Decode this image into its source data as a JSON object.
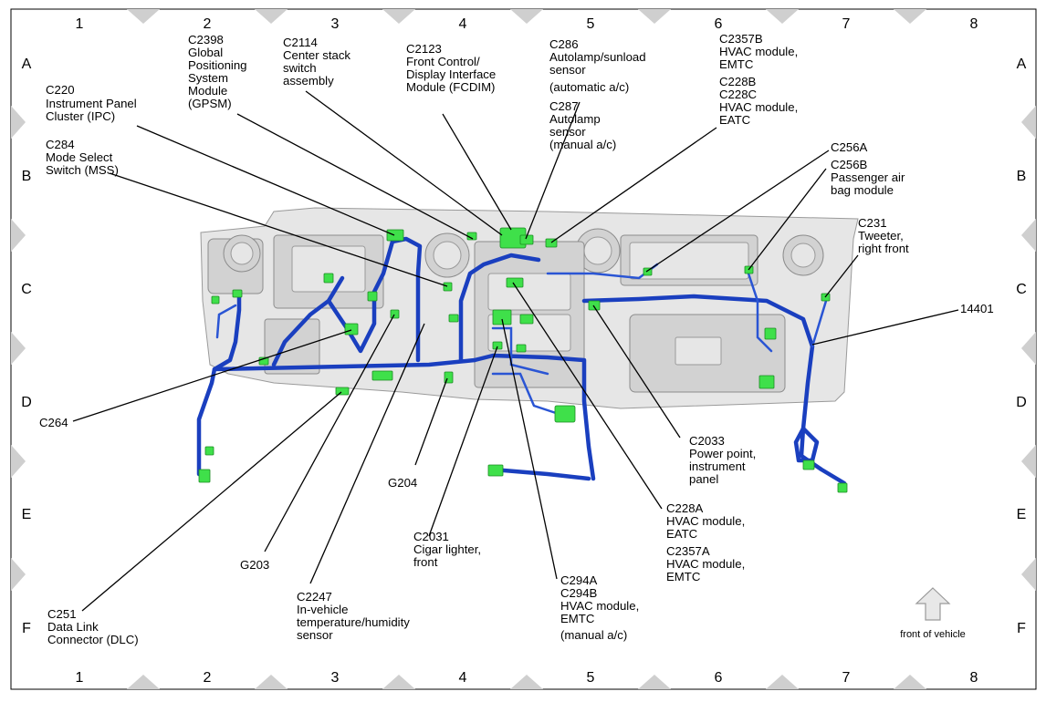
{
  "grid": {
    "columns": [
      "1",
      "2",
      "3",
      "4",
      "5",
      "6",
      "7",
      "8"
    ],
    "rows": [
      "A",
      "B",
      "C",
      "D",
      "E",
      "F"
    ]
  },
  "callouts": {
    "c220": [
      "C220",
      "Instrument Panel",
      "Cluster (IPC)"
    ],
    "c2398": [
      "C2398",
      "Global",
      "Positioning",
      "System",
      "Module",
      "(GPSM)"
    ],
    "c2114": [
      "C2114",
      "Center stack",
      "switch",
      "assembly"
    ],
    "c2123": [
      "C2123",
      "Front Control/",
      "Display Interface",
      "Module (FCDIM)"
    ],
    "c286": [
      "C286",
      "Autolamp/sunload",
      "sensor"
    ],
    "c286_note": "(automatic a/c)",
    "c287": [
      "C287",
      "Autolamp",
      "sensor",
      "(manual a/c)"
    ],
    "c2357b": [
      "C2357B",
      "HVAC module,",
      "EMTC"
    ],
    "c228b": [
      "C228B",
      "C228C",
      "HVAC module,",
      "EATC"
    ],
    "c284": [
      "C284",
      "Mode Select",
      "Switch (MSS)"
    ],
    "c256a": "C256A",
    "c256b": [
      "C256B",
      "Passenger air",
      "bag module"
    ],
    "c231": [
      "C231",
      "Tweeter,",
      "right front"
    ],
    "h14401": "14401",
    "c264": "C264",
    "c2033": [
      "C2033",
      "Power point,",
      "instrument",
      "panel"
    ],
    "g204": "G204",
    "c228a": [
      "C228A",
      "HVAC module,",
      "EATC"
    ],
    "c2357a": [
      "C2357A",
      "HVAC module,",
      "EMTC"
    ],
    "c2031": [
      "C2031",
      "Cigar lighter,",
      "front"
    ],
    "g203": "G203",
    "c294": [
      "C294A",
      "C294B",
      "HVAC module,",
      "EMTC",
      "(manual a/c)"
    ],
    "c2247": [
      "C2247",
      "In-vehicle",
      "temperature/humidity",
      "sensor"
    ],
    "c251": [
      "C251",
      "Data Link",
      "Connector (DLC)"
    ]
  },
  "legend": {
    "front_of_vehicle": "front of vehicle",
    "arrow_icon": "up-arrow-icon"
  },
  "colors": {
    "harness": "#1a3fbf",
    "connector": "#3fe04a",
    "dashboard": "#e6e6e6",
    "border": "#000000"
  }
}
